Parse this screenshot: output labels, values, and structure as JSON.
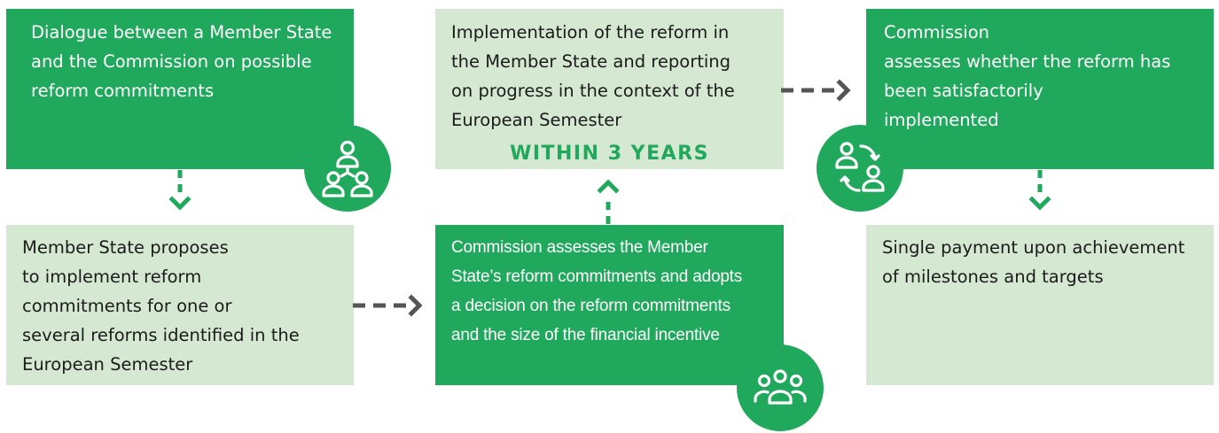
{
  "colors": {
    "dark_green": "#20a95c",
    "light_green": "#d5e9d2",
    "arrow_green": "#20a95c",
    "arrow_grey": "#555555"
  },
  "steps": {
    "dialogue": "Dialogue between a Member State\nand the Commission on possible\nreform commitments",
    "proposes": "Member State proposes\nto implement reform\ncommitments for one or\nseveral reforms identified in the\nEuropean Semester",
    "assesses_commitments": "Commission assesses the Member\nState’s reform commitments and adopts\na decision on the reform commitments\nand the size of the financial incentive",
    "implementation": "Implementation of the reform in\nthe Member State and reporting\non progress in the context of the\nEuropean Semester",
    "implementation_deadline": "WITHIN 3 YEARS",
    "assesses_implementation": "Commission\nassesses whether the reform has\nbeen satisfactorily\nimplemented",
    "payment": "Single payment upon achievement\nof milestones and targets"
  },
  "icons": {
    "dialogue": "people-hierarchy-icon",
    "assesses_commitments": "group-of-people-icon",
    "assesses_implementation": "people-exchange-icon"
  }
}
